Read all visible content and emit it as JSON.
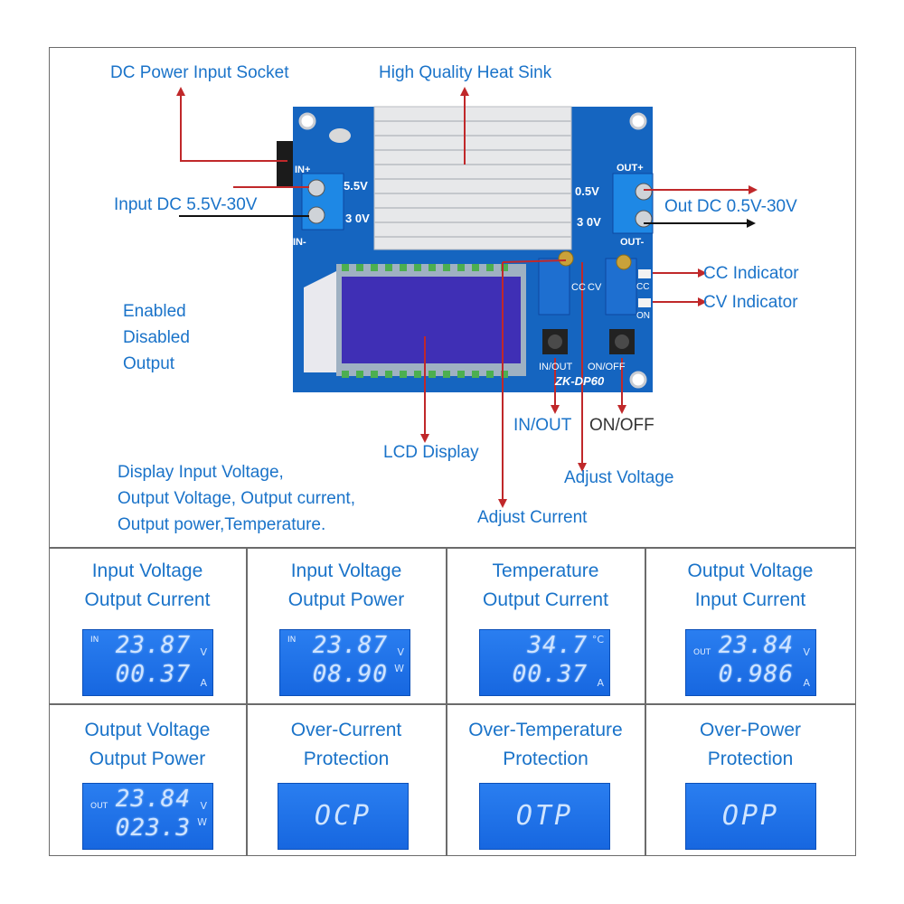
{
  "top_labels": {
    "dc_socket": "DC Power Input Socket",
    "heat_sink": "High Quality Heat Sink",
    "input_dc": "Input DC 5.5V-30V",
    "output_dc": "Out DC 0.5V-30V",
    "cc_indicator": "CC Indicator",
    "cv_indicator": "CV Indicator",
    "enabled_lines": [
      "Enabled",
      "Disabled",
      "Output"
    ],
    "in_out": "IN/OUT",
    "on_off": "ON/OFF",
    "lcd_display": "LCD Display",
    "adjust_voltage": "Adjust Voltage",
    "adjust_current": "Adjust Current",
    "display_lines": [
      "Display Input Voltage,",
      "Output Voltage, Output current,",
      "Output power,Temperature."
    ]
  },
  "board": {
    "in_plus": "IN+",
    "in_minus": "IN-",
    "in_v1": "5.5V",
    "in_v2": "3 0V",
    "out_plus": "OUT+",
    "out_minus": "OUT-",
    "out_v1": "0.5V",
    "out_v2": "3 0V",
    "cc": "CC",
    "cv": "CV",
    "on": "ON",
    "btn_in_out": "IN/OUT",
    "btn_on_off": "ON/OFF",
    "model": "ZK-DP60"
  },
  "modes": [
    {
      "title1": "Input Voltage",
      "title2": "Output Current",
      "tag": "IN",
      "line1": "23.87",
      "unit1": "V",
      "line2": "00.37",
      "unit2": "A"
    },
    {
      "title1": "Input Voltage",
      "title2": "Output Power",
      "tag": "IN",
      "line1": "23.87",
      "unit1": "V",
      "line2": "08.90",
      "unit2": "W"
    },
    {
      "title1": "Temperature",
      "title2": "Output Current",
      "tag": "",
      "line1": "34.7",
      "unit1": "°C",
      "line2": "00.37",
      "unit2": "A"
    },
    {
      "title1": "Output Voltage",
      "title2": "Input Current",
      "tag": "OUT",
      "line1": "23.84",
      "unit1": "V",
      "line2": "0.986",
      "unit2": "A"
    },
    {
      "title1": "Output Voltage",
      "title2": "Output Power",
      "tag": "OUT",
      "line1": "23.84",
      "unit1": "V",
      "line2": "023.3",
      "unit2": "W"
    },
    {
      "title1": "Over-Current",
      "title2": "Protection",
      "big": "OCP"
    },
    {
      "title1": "Over-Temperature",
      "title2": "Protection",
      "big": "OTP"
    },
    {
      "title1": "Over-Power",
      "title2": "Protection",
      "big": "OPP"
    }
  ],
  "colors": {
    "label": "#1a73c9",
    "arrow": "#c0282a",
    "pcb": "#1565c0",
    "lcd": "#1f6fe6"
  }
}
